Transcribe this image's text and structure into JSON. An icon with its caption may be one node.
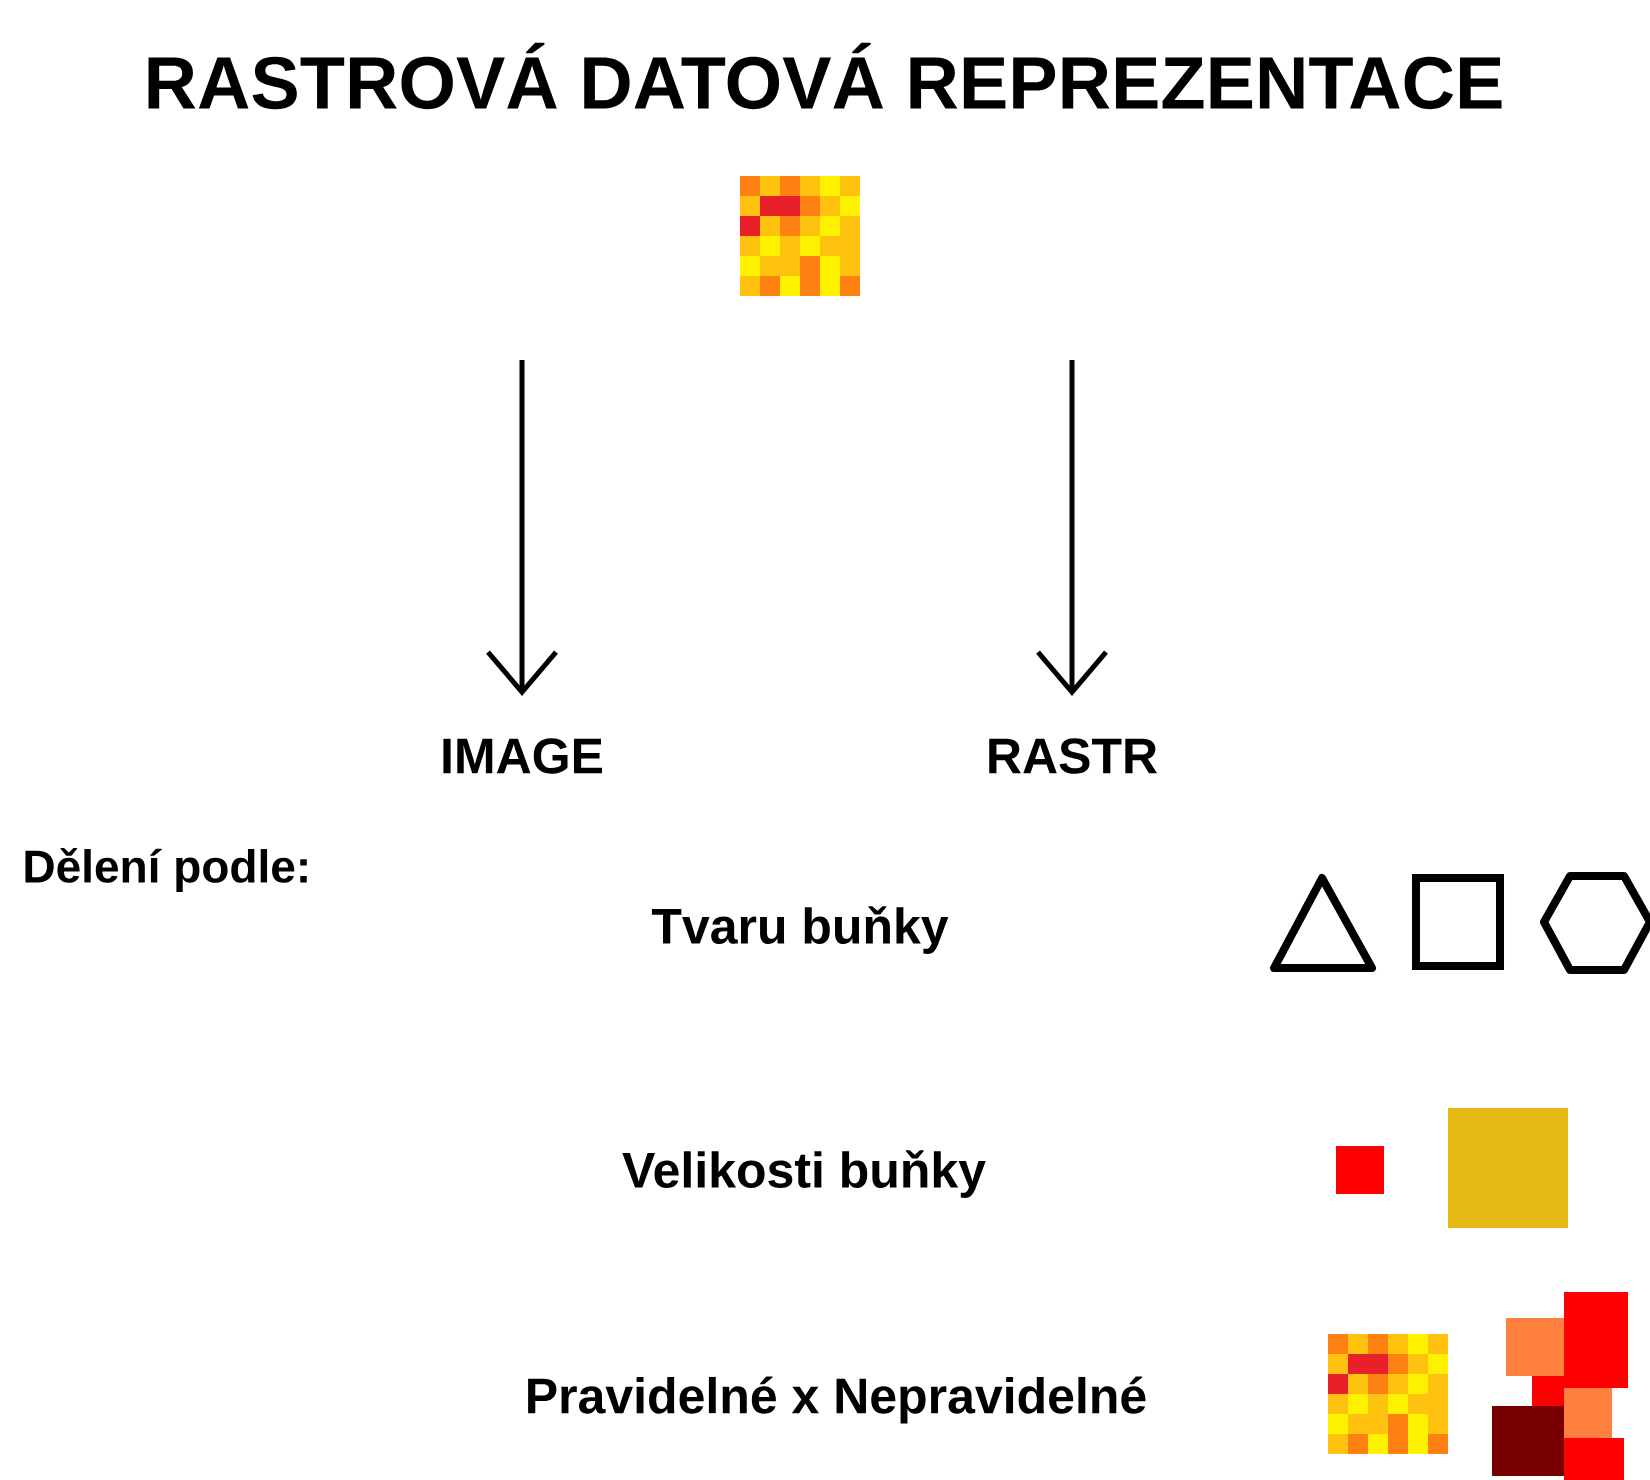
{
  "diagram": {
    "title": "RASTROVÁ DATOVÁ REPREZENTACE",
    "nodes": [
      {
        "text": [],
        "shape": "picture"
      },
      {
        "text": [
          "IMAGE"
        ]
      },
      {
        "text": [
          "RASTR"
        ]
      }
    ],
    "edges": [
      {
        "from": null,
        "to": 1,
        "arrow": "to"
      },
      {
        "from": null,
        "to": 2,
        "arrow": "to"
      }
    ],
    "labels": [
      "Dělení podle:",
      "Tvaru buňky",
      "Velikosti buňky",
      "Pravidelné x Nepravidelné"
    ]
  }
}
